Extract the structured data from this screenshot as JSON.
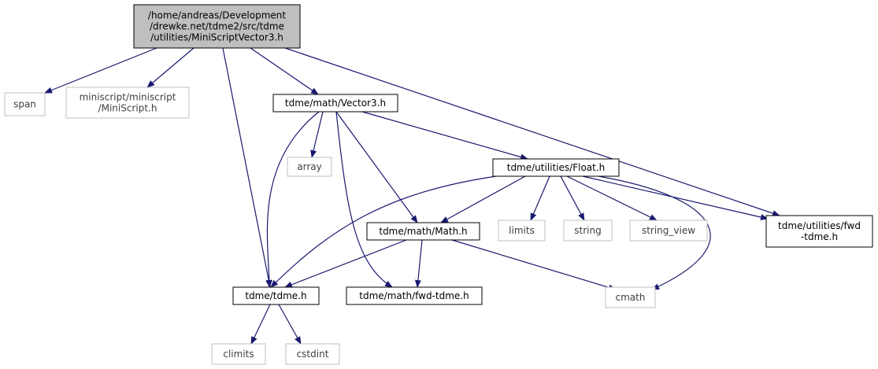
{
  "graph": {
    "colors": {
      "edge": "#191970",
      "root_fill": "#bfbfbf",
      "node_border": "#000000",
      "external_border": "#bfbfbf",
      "background": "#ffffff"
    },
    "nodes": [
      {
        "id": "root",
        "kind": "root",
        "lines": [
          "/home/andreas/Development",
          "/drewke.net/tdme2/src/tdme",
          "/utilities/MiniScriptVector3.h"
        ]
      },
      {
        "id": "span",
        "kind": "external",
        "lines": [
          "span"
        ]
      },
      {
        "id": "miniscript",
        "kind": "external",
        "lines": [
          "miniscript/miniscript",
          "/MiniScript.h"
        ]
      },
      {
        "id": "vector3",
        "kind": "internal",
        "lines": [
          "tdme/math/Vector3.h"
        ]
      },
      {
        "id": "array",
        "kind": "external",
        "lines": [
          "array"
        ]
      },
      {
        "id": "float",
        "kind": "internal",
        "lines": [
          "tdme/utilities/Float.h"
        ]
      },
      {
        "id": "fwd_util",
        "kind": "internal",
        "lines": [
          "tdme/utilities/fwd",
          "-tdme.h"
        ]
      },
      {
        "id": "math",
        "kind": "internal",
        "lines": [
          "tdme/math/Math.h"
        ]
      },
      {
        "id": "limits",
        "kind": "external",
        "lines": [
          "limits"
        ]
      },
      {
        "id": "string",
        "kind": "external",
        "lines": [
          "string"
        ]
      },
      {
        "id": "string_view",
        "kind": "external",
        "lines": [
          "string_view"
        ]
      },
      {
        "id": "tdme",
        "kind": "internal",
        "lines": [
          "tdme/tdme.h"
        ]
      },
      {
        "id": "fwd_math",
        "kind": "internal",
        "lines": [
          "tdme/math/fwd-tdme.h"
        ]
      },
      {
        "id": "cmath",
        "kind": "external",
        "lines": [
          "cmath"
        ]
      },
      {
        "id": "climits",
        "kind": "external",
        "lines": [
          "climits"
        ]
      },
      {
        "id": "cstdint",
        "kind": "external",
        "lines": [
          "cstdint"
        ]
      }
    ],
    "edges": [
      {
        "from": "root",
        "to": "span"
      },
      {
        "from": "root",
        "to": "miniscript"
      },
      {
        "from": "root",
        "to": "vector3"
      },
      {
        "from": "root",
        "to": "tdme"
      },
      {
        "from": "root",
        "to": "fwd_util"
      },
      {
        "from": "vector3",
        "to": "array"
      },
      {
        "from": "vector3",
        "to": "float"
      },
      {
        "from": "vector3",
        "to": "math"
      },
      {
        "from": "vector3",
        "to": "tdme"
      },
      {
        "from": "vector3",
        "to": "fwd_math"
      },
      {
        "from": "float",
        "to": "math"
      },
      {
        "from": "float",
        "to": "limits"
      },
      {
        "from": "float",
        "to": "string"
      },
      {
        "from": "float",
        "to": "string_view"
      },
      {
        "from": "float",
        "to": "fwd_util"
      },
      {
        "from": "float",
        "to": "tdme"
      },
      {
        "from": "float",
        "to": "cmath"
      },
      {
        "from": "math",
        "to": "tdme"
      },
      {
        "from": "math",
        "to": "fwd_math"
      },
      {
        "from": "math",
        "to": "cmath"
      },
      {
        "from": "tdme",
        "to": "climits"
      },
      {
        "from": "tdme",
        "to": "cstdint"
      }
    ]
  }
}
